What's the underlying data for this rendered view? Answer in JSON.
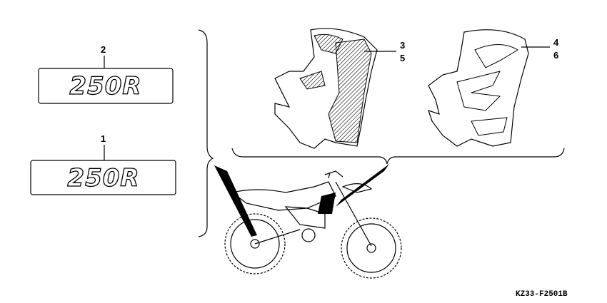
{
  "callouts": {
    "part_1": "1",
    "part_2": "2",
    "part_3": "3",
    "part_4": "4",
    "part_5": "5",
    "part_6": "6"
  },
  "decal_logo_text": "250R",
  "diagram_code": "KZ33-F2501B",
  "colors": {
    "ink": "#000000",
    "background": "#ffffff"
  }
}
